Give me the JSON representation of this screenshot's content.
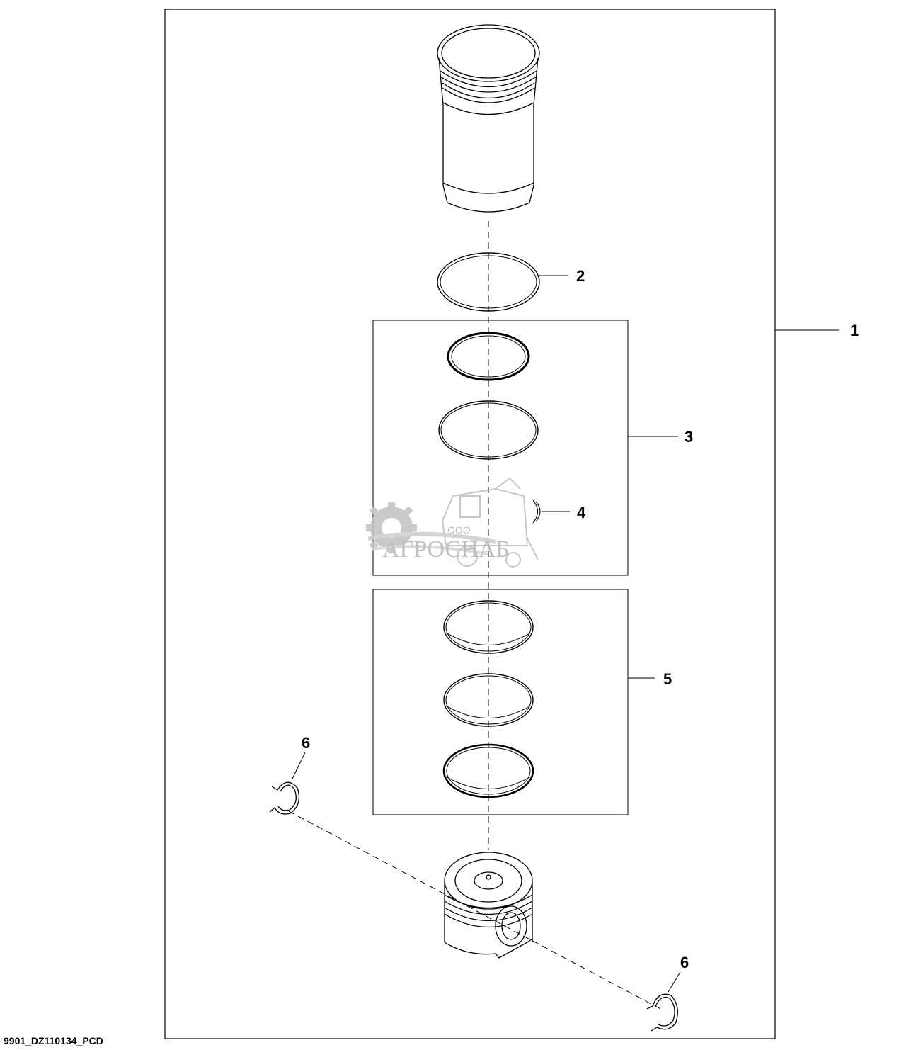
{
  "callouts": {
    "c1": "1",
    "c2": "2",
    "c3": "3",
    "c4": "4",
    "c5": "5",
    "c6a": "6",
    "c6b": "6"
  },
  "document_id": "9901_DZ110134_PCD",
  "watermark": {
    "prefix": "ООО",
    "brand": "АГРОСНАБ"
  },
  "colors": {
    "line": "#000000",
    "watermark": "#b8b8b8"
  }
}
